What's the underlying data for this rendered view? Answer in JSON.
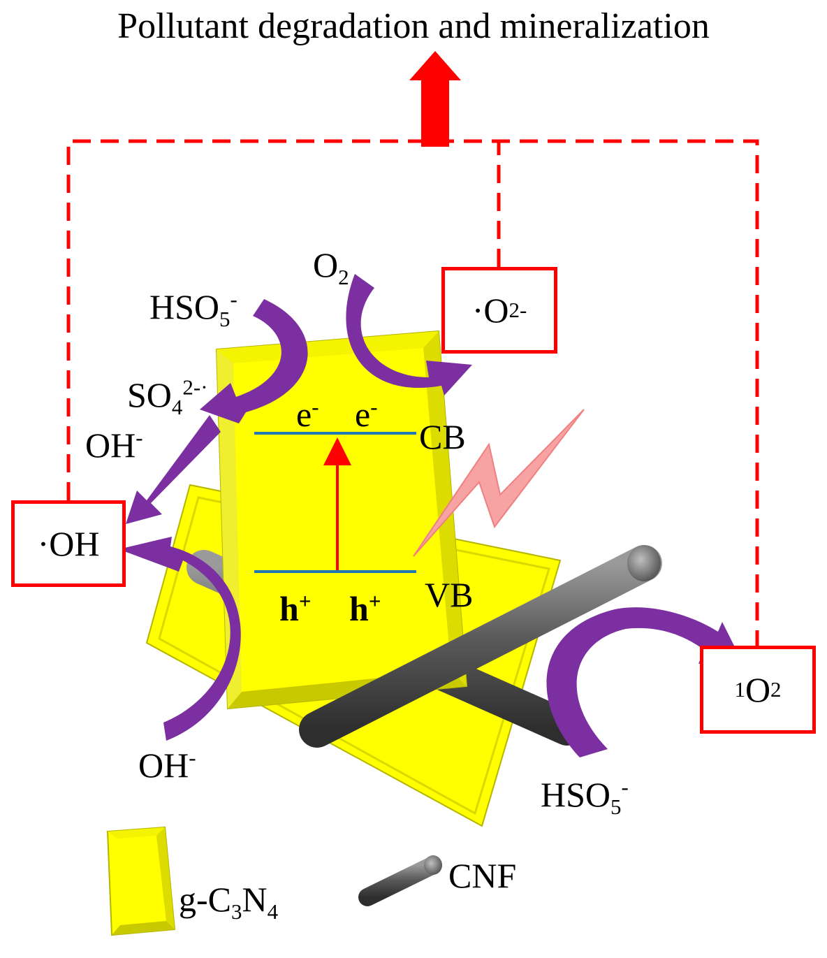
{
  "title": "Pollutant degradation and mineralization",
  "colors": {
    "accent_red": "#ff0000",
    "arrow_purple": "#7b2fa0",
    "g_c3n4_yellow": "#ffff00",
    "cnf_gray": "#555555",
    "band_line_blue": "#1f77b4",
    "light_bolt": "#f7a3a3"
  },
  "species": {
    "hso5_top": {
      "base": "HSO",
      "sub": "5",
      "sup": "-"
    },
    "o2": {
      "base": "O",
      "sub": "2"
    },
    "so4": {
      "base": "SO",
      "sub": "4",
      "sup": "2-·"
    },
    "oh_upper": {
      "base": "OH",
      "sup": "-"
    },
    "oh_lower": {
      "base": "OH",
      "sup": "-"
    },
    "hso5_bottom": {
      "base": "HSO",
      "sub": "5",
      "sup": "-"
    }
  },
  "radicals": {
    "superoxide": {
      "prefix": "·O",
      "sub": "2",
      "sup": "-"
    },
    "hydroxyl": {
      "text": "·OH"
    },
    "singlet": {
      "pre_sup": "1",
      "base": "O",
      "sub": "2"
    }
  },
  "bands": {
    "cb": "CB",
    "vb": "VB",
    "electron": {
      "base": "e",
      "sup": "-"
    },
    "hole": {
      "base": "h",
      "sup": "+"
    }
  },
  "legend": {
    "g_c3n4": {
      "a": "g-C",
      "sub1": "3",
      "b": "N",
      "sub2": "4"
    },
    "cnf": "CNF"
  }
}
